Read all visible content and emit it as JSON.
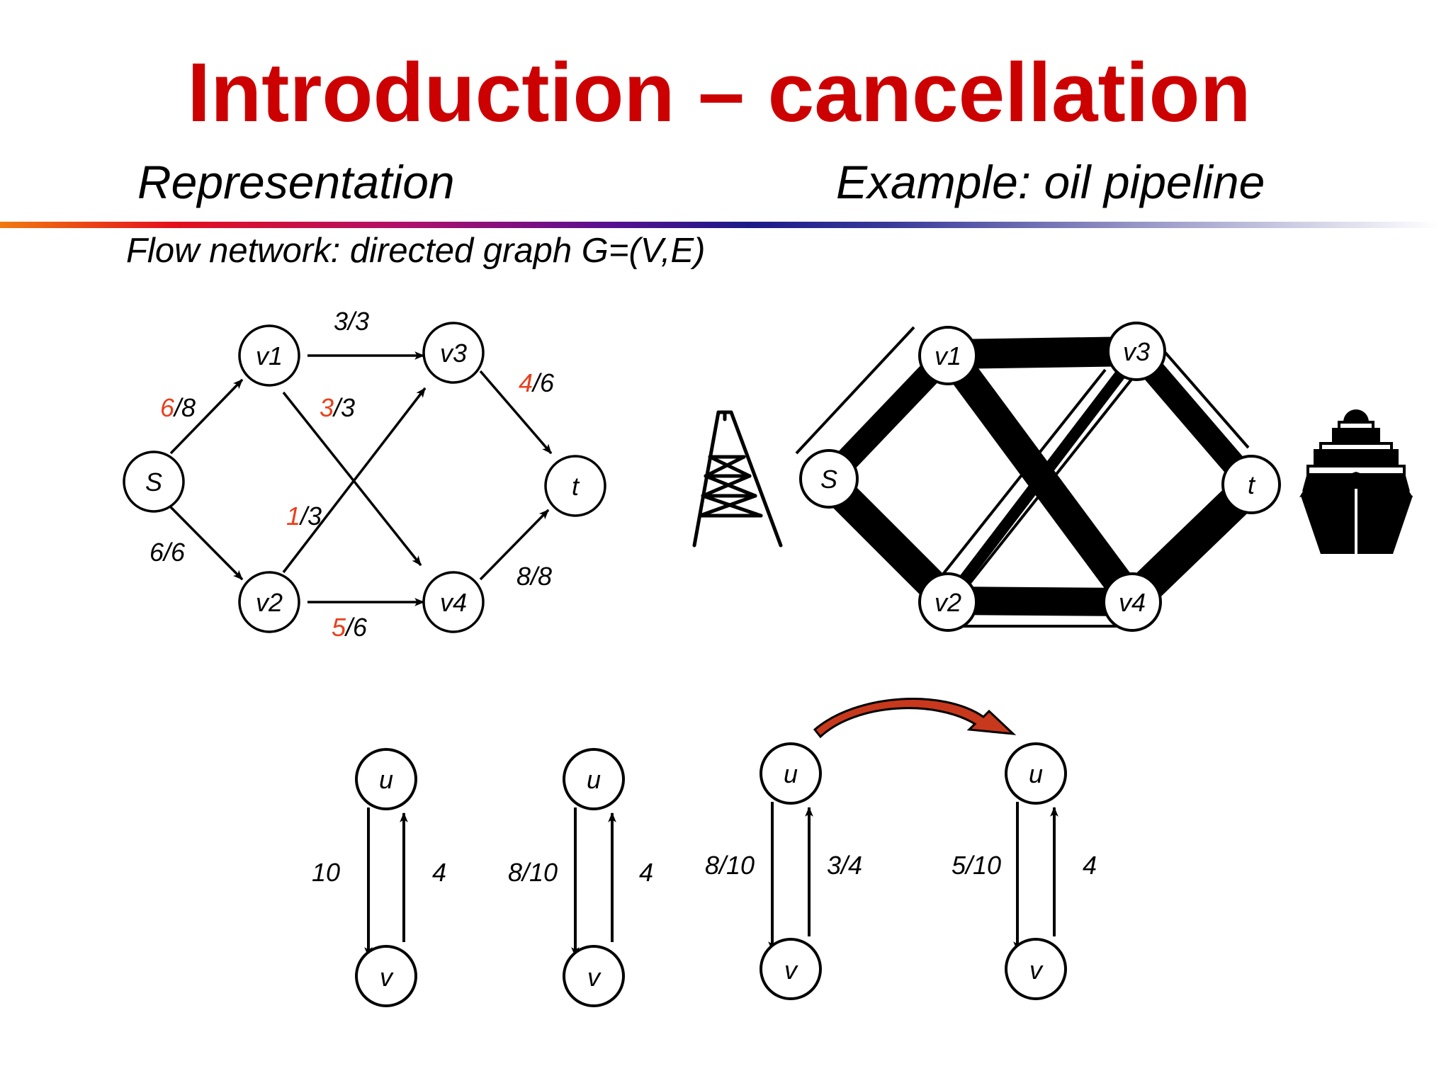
{
  "title": "Introduction – cancellation",
  "subtitle_left": "Representation",
  "subtitle_right": "Example: oil pipeline",
  "caption": "Flow network: directed graph G=(V,E)",
  "colors": {
    "title": "#cc0000",
    "highlight": "#e8401c",
    "ink": "#000000"
  },
  "network": {
    "nodes": {
      "s": "S",
      "v1": "v1",
      "v2": "v2",
      "v3": "v3",
      "v4": "v4",
      "t": "t"
    },
    "edges": {
      "s_v1": {
        "flow": "6",
        "cap": "/8"
      },
      "s_v2": {
        "label": "6/6"
      },
      "v1_v3": {
        "label": "3/3"
      },
      "v1_v4": {
        "flow": "3",
        "cap": "/3"
      },
      "v2_v3": {
        "flow": "1",
        "cap": "/3"
      },
      "v2_v4": {
        "flow": "5",
        "cap": "/6"
      },
      "v3_t": {
        "flow": "4",
        "cap": "/6"
      },
      "v4_t": {
        "label": "8/8"
      }
    }
  },
  "pipeline": {
    "nodes": {
      "s": "S",
      "v1": "v1",
      "v2": "v2",
      "v3": "v3",
      "v4": "v4",
      "t": "t"
    },
    "icons": {
      "source": "oil-derrick-icon",
      "sink": "ship-icon"
    }
  },
  "pairs": [
    {
      "u": "u",
      "v": "v",
      "down": "10",
      "up": "4"
    },
    {
      "u": "u",
      "v": "v",
      "down": "8/10",
      "up": "4"
    },
    {
      "u": "u",
      "v": "v",
      "down": "8/10",
      "up": "3/4"
    },
    {
      "u": "u",
      "v": "v",
      "down": "5/10",
      "up": "4"
    }
  ],
  "arrow_icon": "curved-arrow-icon"
}
